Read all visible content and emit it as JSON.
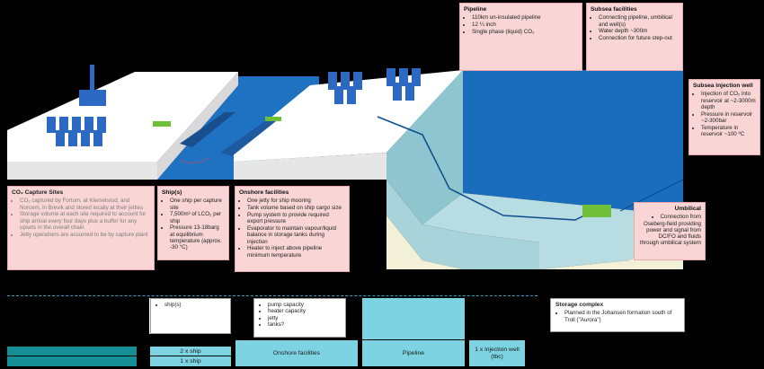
{
  "colors": {
    "sea": "#1a73bf",
    "sea_dark": "#0d4f92",
    "land_top": "#ffffff",
    "land_side": "#e9e9e9",
    "seabed": "#f3f0d8",
    "wall": "#7fbcc7",
    "tank": "#2b69c2",
    "pipe": "#0b4d8c",
    "green": "#6fbf3a",
    "pink_box": "#f9d5d6",
    "lower_teal": "#7ed3e3",
    "lower_dark_teal": "#148f95"
  },
  "boxes": {
    "capture": {
      "title": "CO₂ Capture Sites",
      "items": [
        "CO₂ captured by Fortum, at Klemetsrud, and Norcem, in Brevik and stored locally at their jetties",
        "Storage volume at each site required to account for ship arrival every four days plus a buffer for any upsets in the overall chain",
        "Jetty operations are assumed to be by capture plant"
      ]
    },
    "ships": {
      "title": "Ship(s)",
      "items": [
        "One ship per capture site",
        "7,500m³ of LCO₂ per ship",
        "Pressure 13-18barg at equilibrium temperature (approx. -30 °C)"
      ]
    },
    "onshore": {
      "title": "Onshore facilities",
      "items": [
        "One jetty for ship mooring",
        "Tank volume based on ship cargo size",
        "Pump system to provide required export pressure",
        "Evaporator to maintain vapour/liquid balance in storage tanks during injection",
        "Heater to inject above pipeline minimum temperature"
      ]
    },
    "pipeline": {
      "title": "Pipeline",
      "items": [
        "110km un-insulated pipeline",
        "12 ¼ inch",
        "Single phase (liquid) CO₂"
      ]
    },
    "subsea_facilities": {
      "title": "Subsea facilities",
      "items": [
        "Connecting pipeline, umbilical and well(s)",
        "Water depth ~300m",
        "Connection for future step-out"
      ]
    },
    "injection_well": {
      "title": "Subsea injection well",
      "items": [
        "Injection of CO₂ into reservoir at ~2-3000m depth",
        "Pressure in reservoir ~2-300bar",
        "Temperature in reservoir ~100 ºC"
      ]
    },
    "umbilical": {
      "title": "Umbilical",
      "items": [
        "Connection from Oseberg-field providing power and signal from DC/FO and fluids through umbilical system"
      ]
    },
    "storage_complex": {
      "title": "Storage complex",
      "items": [
        "Planned in the Johansen formation south of Troll (\"Aurora\")"
      ]
    }
  },
  "lower": {
    "ship_notes": [
      "ship(s)"
    ],
    "onshore_notes": [
      "pump capacity",
      "heater capacity",
      "jetty",
      "tanks?"
    ],
    "ship_counts": [
      "2 x ship",
      "1 x ship"
    ],
    "onshore_label": "Onshore facilities",
    "pipeline_label": "Pipeline",
    "well_label": "1 x injection well (tbc)"
  }
}
